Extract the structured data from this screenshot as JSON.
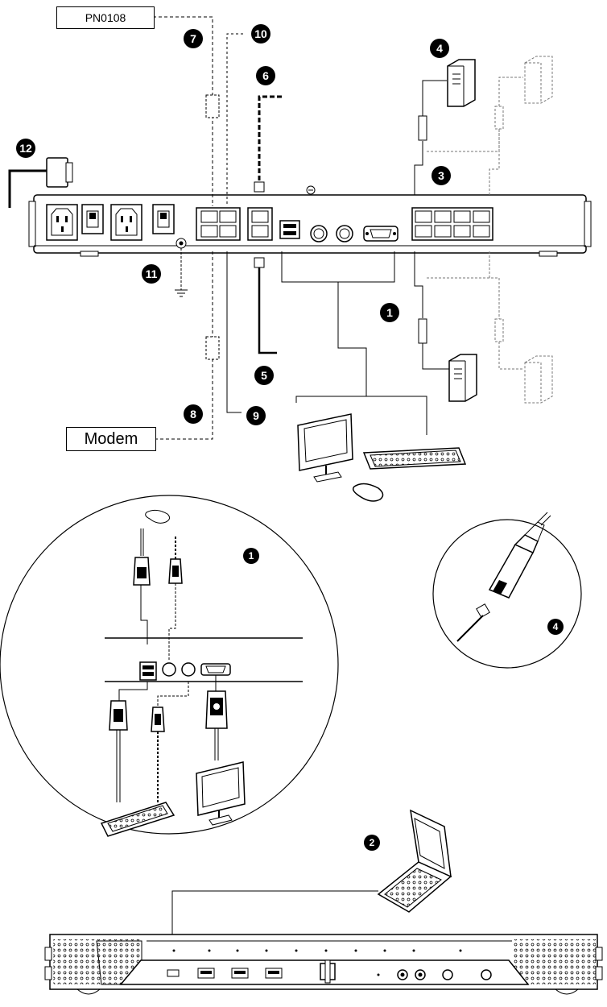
{
  "labels": {
    "part_number": "PN0108",
    "modem": "Modem"
  },
  "callouts": {
    "c1": "1",
    "c2": "2",
    "c3": "3",
    "c4": "4",
    "c5": "5",
    "c6": "6",
    "c7": "7",
    "c8": "8",
    "c9": "9",
    "c10": "10",
    "c11": "11",
    "c12": "12",
    "detail_1": "1",
    "detail_4": "4"
  },
  "colors": {
    "line": "#000000",
    "device_fill": "#ffffff",
    "ghost": "#777777"
  },
  "icons": [
    "power-socket-icon",
    "power-switch-icon",
    "rj45-port-icon",
    "usb-port-icon",
    "audio-jack-icon",
    "vga-port-icon",
    "ground-icon",
    "server-icon",
    "monitor-icon",
    "keyboard-icon",
    "mouse-icon",
    "laptop-icon",
    "power-cord-icon",
    "usb-plug-icon",
    "audio-plug-icon",
    "kvm-adapter-icon"
  ]
}
